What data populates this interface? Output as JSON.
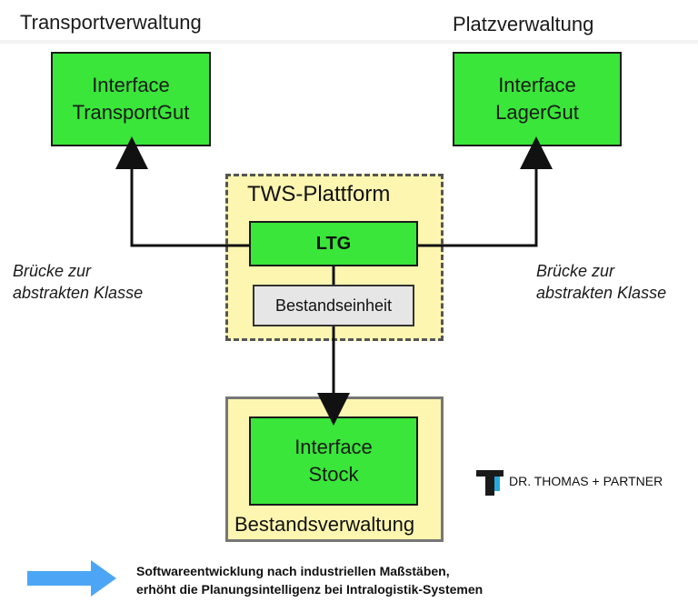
{
  "diagram": {
    "left_title": "Transportverwaltung",
    "right_title": "Platzverwaltung",
    "left_interface": {
      "line1": "Interface",
      "line2": "TransportGut"
    },
    "right_interface": {
      "line1": "Interface",
      "line2": "LagerGut"
    },
    "platform_title": "TWS-Plattform",
    "ltg_label": "LTG",
    "bestand_label": "Bestandseinheit",
    "stock_interface": {
      "line1": "Interface",
      "line2": "Stock"
    },
    "bestandsverwaltung_label": "Bestandsverwaltung",
    "left_bridge": {
      "line1": "Brücke zur",
      "line2": "abstrakten Klasse"
    },
    "right_bridge": {
      "line1": "Brücke zur",
      "line2": "abstrakten Klasse"
    }
  },
  "logo": {
    "text": "DR. THOMAS + PARTNER",
    "icon": "tp-logo-icon"
  },
  "footer": {
    "line1": "Softwareentwicklung nach industriellen Maßstäben,",
    "line2": "erhöht die Planungsintelligenz bei Intralogistik-Systemen",
    "arrow_color": "#4da6f5"
  },
  "colors": {
    "interface_green": "#39e639",
    "platform_yellow": "#fdf6b0",
    "bestand_gray": "#e6e6e6"
  }
}
